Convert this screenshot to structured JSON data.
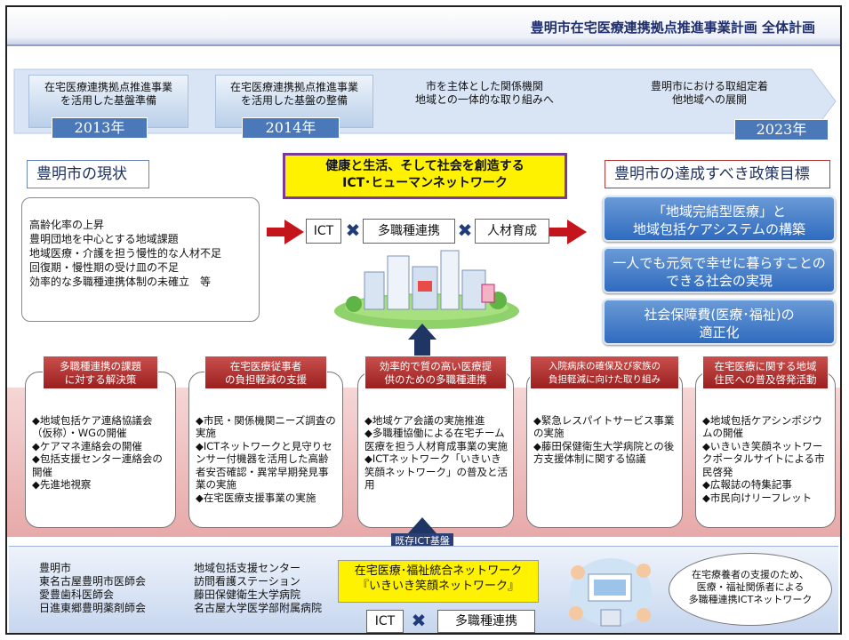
{
  "title": "豊明市在宅医療連携拠点推進事業計画 全体計画",
  "timeline": [
    {
      "text": "在宅医療連携拠点推進事業\nを活用した基盤準備",
      "year": "2013年"
    },
    {
      "text": "在宅医療連携拠点推進事業\nを活用した基盤の整備",
      "year": "2014年"
    },
    {
      "text": "市を主体とした関係機関\n地域との一体的な取り組みへ",
      "text2": "豊明市における取組定着\n他地域への展開",
      "year": "2023年"
    }
  ],
  "current_state": {
    "heading": "豊明市の現状",
    "items": [
      "高齢化率の上昇",
      "豊明団地を中心とする地域課題",
      "地域医療・介護を担う慢性的な人材不足",
      "回復期・慢性期の受け皿の不足",
      "効率的な多職種連携体制の未確立　等"
    ]
  },
  "center": {
    "headline1": "健康と生活、そして社会を創造する",
    "headline2": "ICT･ヒューマンネットワーク",
    "tag_ict": "ICT",
    "tag_multi": "多職種連携",
    "tag_hr": "人材育成"
  },
  "goals": {
    "heading": "豊明市の達成すべき政策目標",
    "items": [
      "「地域完結型医療」と\n地域包括ケアシステムの構築",
      "一人でも元気で幸せに暮らすことの\nできる社会の実現",
      "社会保障費(医療･福祉)の\n適正化"
    ]
  },
  "cards": [
    {
      "head": "多職種連携の課題\nに対する解決策",
      "body": "◆地域包括ケア連絡協議会（仮称）・WGの開催\n◆ケアマネ連絡会の開催\n◆包括支援センター連絡会の開催\n◆先進地視察"
    },
    {
      "head": "在宅医療従事者\nの負担軽減の支援",
      "body": "◆市民・関係機関ニーズ調査の実施\n◆ICTネットワークと見守りセンサー付機器を活用した高齢者安否確認・異常早期発見事業の実施\n◆在宅医療支援事業の実施"
    },
    {
      "head": "効率的で質の高い医療提\n供のための多職種連携",
      "body": "◆地域ケア会議の実施推進\n◆多職種協働による在宅チーム医療を担う人材育成事業の実施\n◆ICTネットワーク「いきいき笑顔ネットワーク」の普及と活用"
    },
    {
      "head": "入院病床の確保及び家族の\n負担軽減に向けた取り組み",
      "body": "◆緊急レスパイトサービス事業の実施\n◆藤田保健衛生大学病院との後方支援体制に関する協議"
    },
    {
      "head": "在宅医療に関する地域\n住民への普及啓発活動",
      "body": "◆地域包括ケアシンポジウムの開催\n◆いきいき笑顔ネットワークポータルサイトによる市民啓発\n◆広報誌の特集記事\n◆市民向けリーフレット"
    }
  ],
  "infra_label": "既存ICT基盤",
  "base": {
    "col1": "豊明市\n東名古屋豊明市医師会\n愛豊歯科医師会\n日進東郷豊明薬剤師会",
    "col2": "地域包括支援センター\n訪問看護ステーション\n藤田保健衛生大学病院\n名古屋大学医学部附属病院",
    "network1": "在宅医療･福祉統合ネットワーク",
    "network2": "『いきいき笑顔ネットワーク』",
    "tag_ict": "ICT",
    "tag_multi": "多職種連携",
    "oval": "在宅療養者の支援のため、\n医療・福祉関係者による\n多職種連携ICTネットワーク"
  },
  "colors": {
    "accent_blue": "#2f6bbf",
    "accent_red": "#c4151c",
    "highlight": "#fff200",
    "navy": "#1f3564"
  }
}
